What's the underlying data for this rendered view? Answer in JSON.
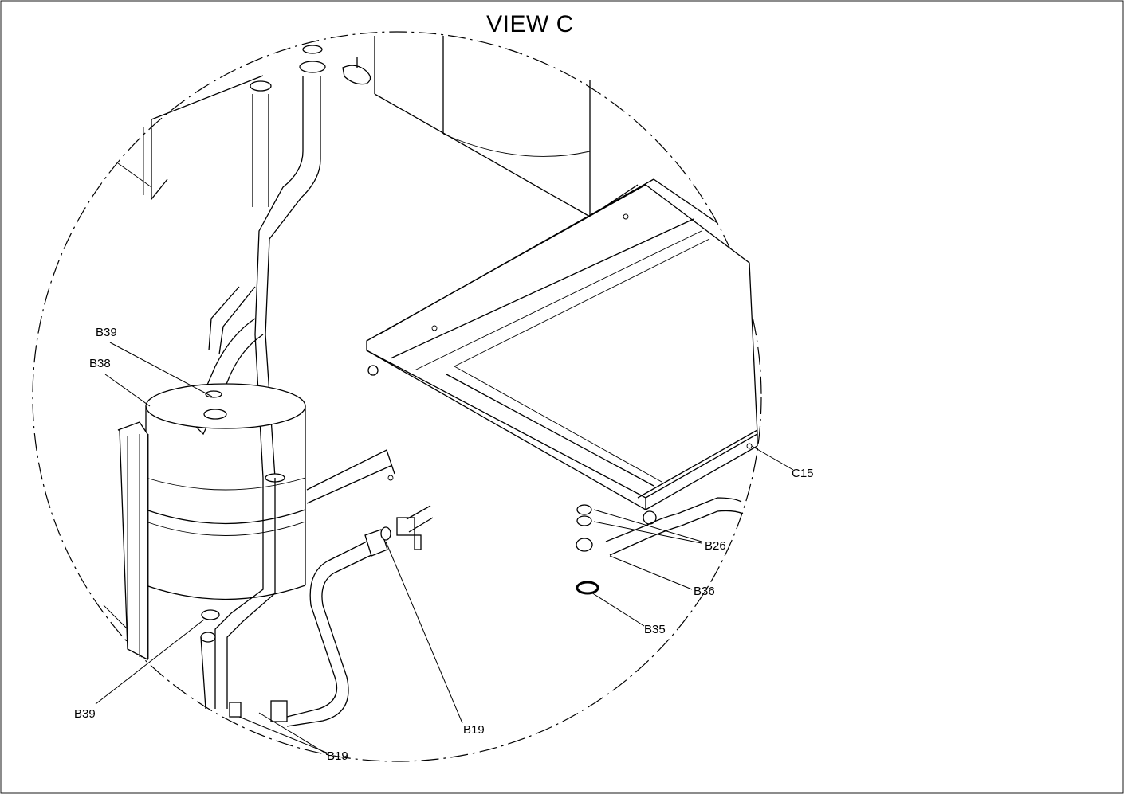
{
  "view_title": "VIEW C",
  "callouts": {
    "b39_top": "B39",
    "b38": "B38",
    "c15": "C15",
    "b26": "B26",
    "b36": "B36",
    "b35": "B35",
    "b39_bottom": "B39",
    "b19_right": "B19",
    "b19_bottom": "B19"
  }
}
